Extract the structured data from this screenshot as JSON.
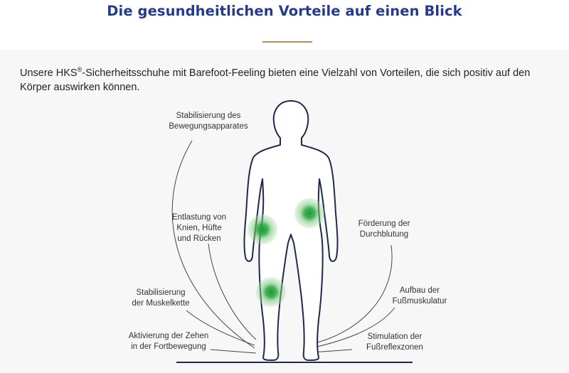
{
  "header": {
    "title": "Die gesundheitlichen Vorteile auf einen Blick"
  },
  "intro": {
    "text_before": "Unsere HKS",
    "registered": "®",
    "text_after": "-Sicherheitsschuhe mit Barefoot-Feeling bieten eine Vielzahl von Vorteilen, die sich positiv auf den Körper auswirken können."
  },
  "benefits": {
    "left": [
      {
        "line1": "Stabilisierung des",
        "line2": "Bewegungsapparates"
      },
      {
        "line1": "Entlastung von",
        "line2": "Knien, Hüfte",
        "line3": "und Rücken"
      },
      {
        "line1": "Stabilisierung",
        "line2": "der Muskelkette"
      },
      {
        "line1": "Aktivierung der Zehen",
        "line2": "in der Fortbewegung"
      }
    ],
    "right": [
      {
        "line1": "Förderung der",
        "line2": "Durchblutung"
      },
      {
        "line1": "Aufbau der",
        "line2": "Fußmuskulatur"
      },
      {
        "line1": "Stimulation der",
        "line2": "Fußreflexzonen"
      }
    ]
  },
  "colors": {
    "heading": "#263b87",
    "accent_rule": "#b08a63",
    "figure_outline": "#1f2a4a",
    "highlight_green": "#3fae49"
  }
}
